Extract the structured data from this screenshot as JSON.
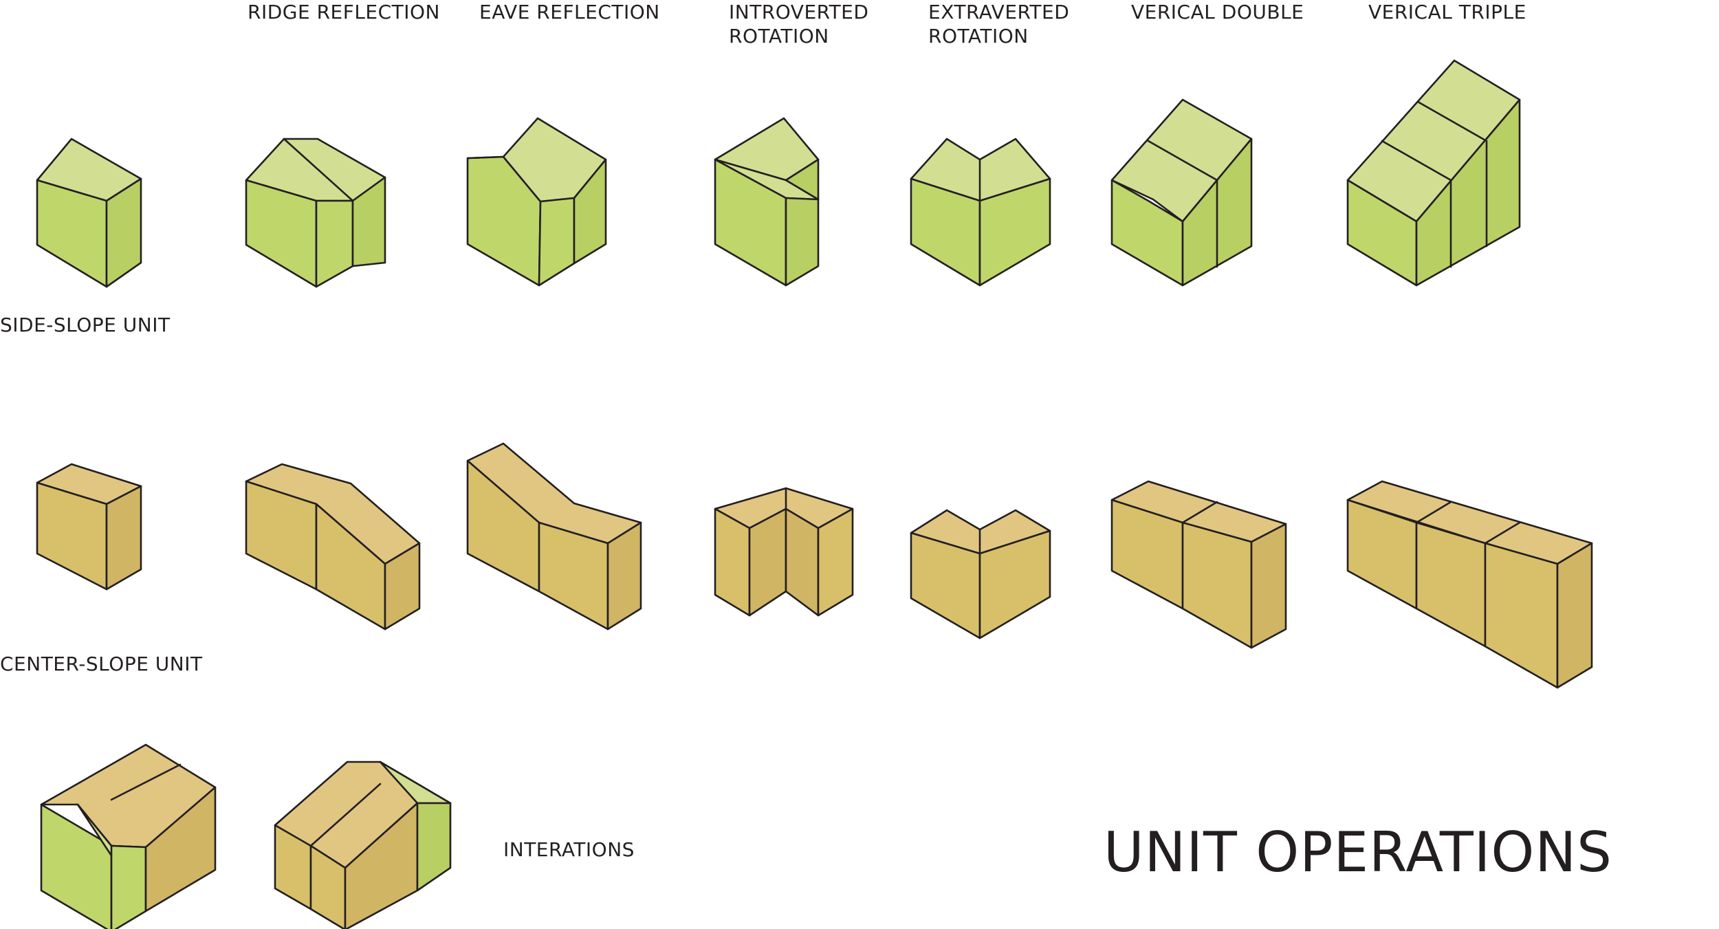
{
  "title": "UNIT OPERATIONS",
  "column_labels": [
    {
      "id": "ridge-reflection",
      "lines": [
        "RIDGE REFLECTION"
      ]
    },
    {
      "id": "eave-reflection",
      "lines": [
        "EAVE REFLECTION"
      ]
    },
    {
      "id": "introverted-rotation",
      "lines": [
        "INTROVERTED",
        "ROTATION"
      ]
    },
    {
      "id": "extraverted-rotation",
      "lines": [
        "EXTRAVERTED",
        "ROTATION"
      ]
    },
    {
      "id": "verical-double",
      "lines": [
        "VERICAL DOUBLE"
      ]
    },
    {
      "id": "verical-triple",
      "lines": [
        "VERICAL TRIPLE"
      ]
    }
  ],
  "row_labels": {
    "side_slope": "SIDE-SLOPE UNIT",
    "center_slope": "CENTER-SLOPE UNIT",
    "interations": "INTERATIONS"
  },
  "colors": {
    "side_slope_roof": "#d2df92",
    "side_slope_front": "#bfd66b",
    "side_slope_side": "#b8cf64",
    "center_slope_roof": "#e1c682",
    "center_slope_front": "#d8c06a",
    "center_slope_side": "#d0b565",
    "outline": "#231f20"
  }
}
